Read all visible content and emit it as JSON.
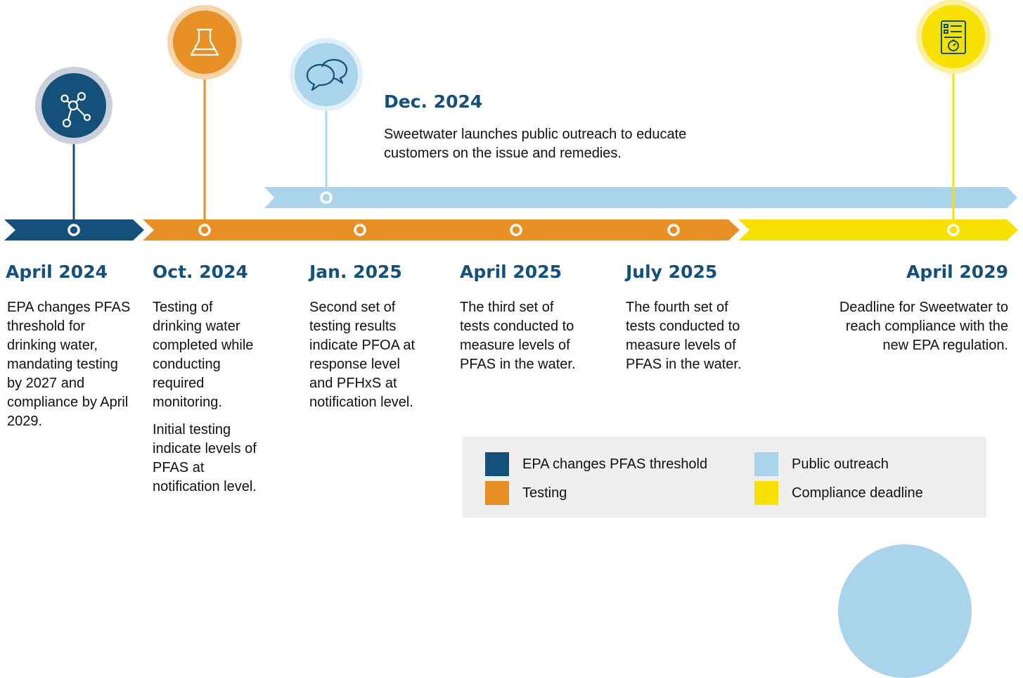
{
  "colors": {
    "epa": "#14507a",
    "testing": "#e89025",
    "outreach": "#a9d4ec",
    "deadline": "#f8e000",
    "date_text": "#14507a",
    "legend_bg": "#efefef"
  },
  "milestones": [
    {
      "date": "April 2024",
      "body": [
        "EPA changes PFAS threshold for drinking water, mandating testing by 2027 and compliance by April 2029."
      ]
    },
    {
      "date": "Oct. 2024",
      "body": [
        "Testing of drinking water completed while conducting required monitoring.",
        "Initial testing indicate levels of PFAS at notification level."
      ]
    },
    {
      "date": "Dec. 2024",
      "body": [
        "Sweetwater launches public outreach to educate customers on the issue and remedies."
      ]
    },
    {
      "date": "Jan. 2025",
      "body": [
        "Second set of testing results indicate PFOA at response level and PFHxS at notification level."
      ]
    },
    {
      "date": "April 2025",
      "body": [
        "The third set of tests conducted to measure levels of PFAS in the water."
      ]
    },
    {
      "date": "July 2025",
      "body": [
        "The fourth set of tests conducted to measure levels of PFAS in the water."
      ]
    },
    {
      "date": "April 2029",
      "body": [
        "Deadline for Sweetwater to reach compliance with the new EPA regulation."
      ]
    }
  ],
  "icons": {
    "epa": "molecule-icon",
    "testing": "flask-icon",
    "outreach": "speech-bubbles-icon",
    "deadline": "checklist-stopwatch-icon"
  },
  "legend": [
    {
      "label": "EPA changes PFAS threshold",
      "color": "#14507a"
    },
    {
      "label": "Public outreach",
      "color": "#a9d4ec"
    },
    {
      "label": "Testing",
      "color": "#e89025"
    },
    {
      "label": "Compliance deadline",
      "color": "#f8e000"
    }
  ]
}
